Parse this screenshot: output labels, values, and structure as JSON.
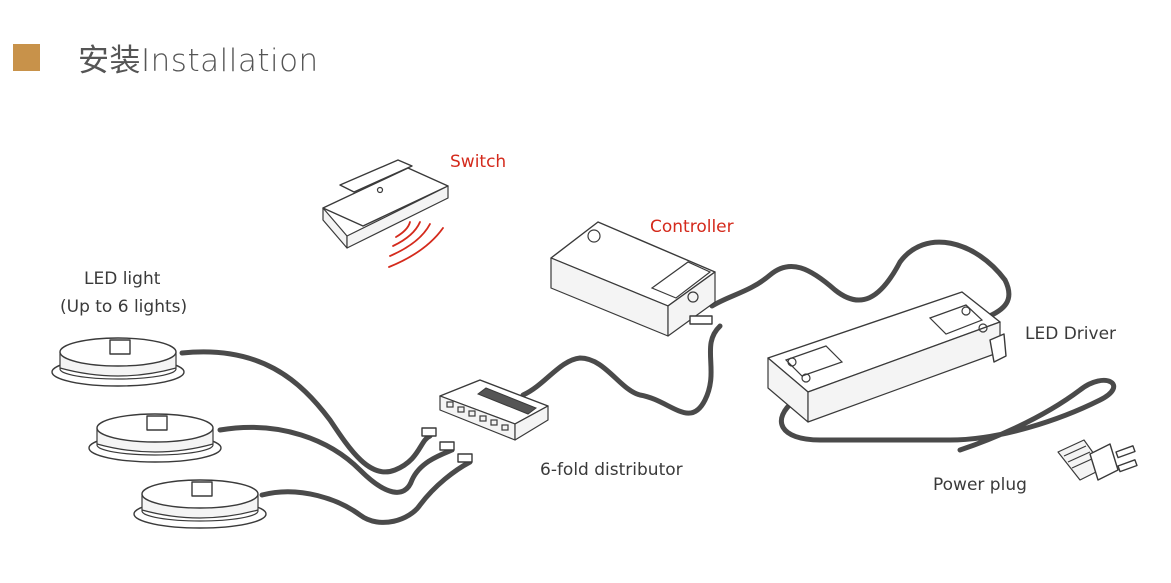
{
  "header": {
    "title": "安装Installation",
    "accent_color": "#c8924a"
  },
  "labels": {
    "switch": "Switch",
    "controller": "Controller",
    "led_light_line1": "LED light",
    "led_light_line2": "(Up to 6 lights)",
    "led_driver": "LED Driver",
    "distributor": "6-fold distributor",
    "power_plug": "Power plug"
  },
  "colors": {
    "highlight_label": "#d42a1c",
    "cable": "#4a4a4a"
  }
}
